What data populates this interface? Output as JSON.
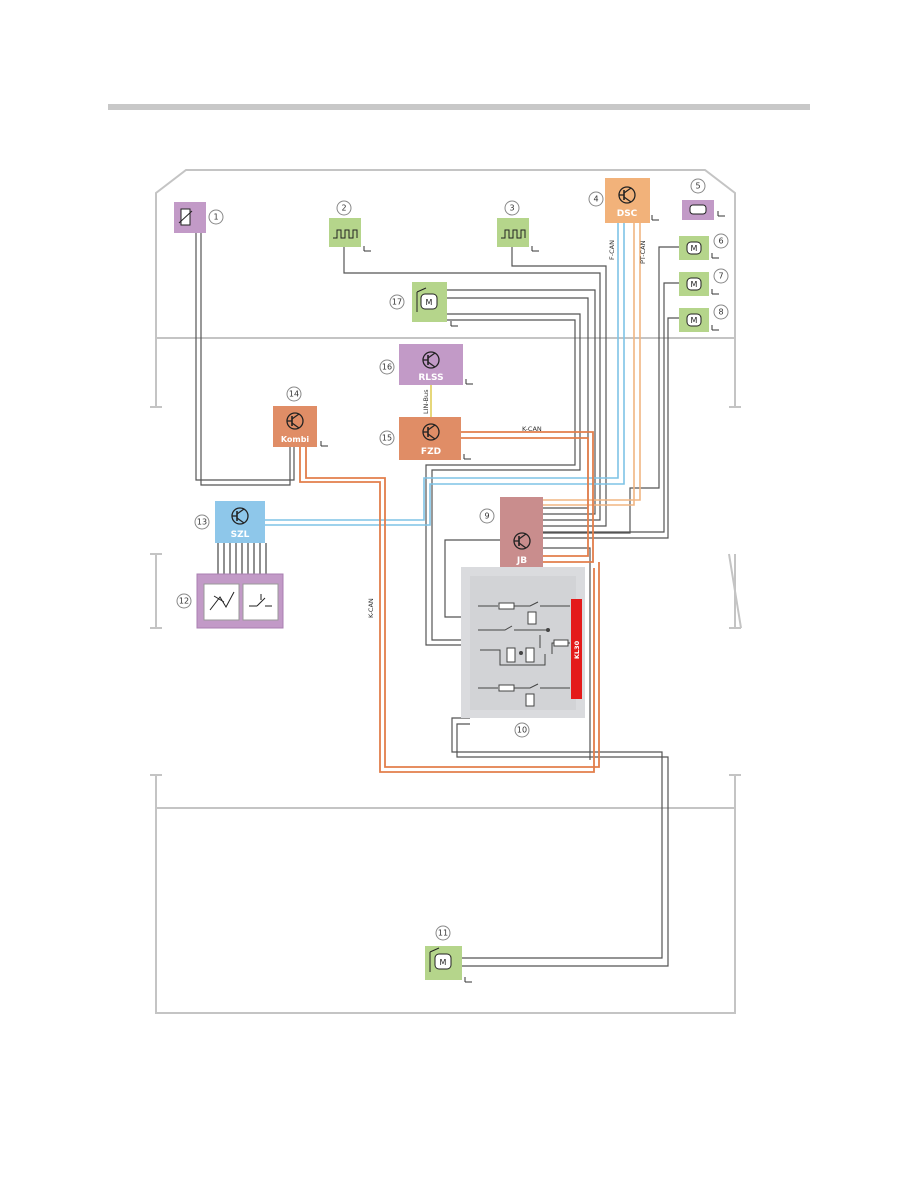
{
  "colors": {
    "header_rule": "#c8c8c8",
    "outline": "#c4c4c4",
    "wire": "#555555",
    "sensor_green": "#b5d58b",
    "purple": "#c29ac7",
    "orange": "#e08d66",
    "blue": "#8ec7ea",
    "rose": "#c98d8d",
    "dsc": "#f2b27a",
    "kl30": "#e41a1a",
    "fuse_panel": "#dadbde",
    "fcan": "#7ec3e6",
    "ptcan": "#f0b582",
    "kcan": "#e27e4b",
    "kbus": "#e6d77a"
  },
  "modules": {
    "dsc": "DSC",
    "rlss": "RLSS",
    "fzd": "FZD",
    "kombi": "Kombi",
    "szl": "SZL",
    "jb": "JB",
    "kl30": "KL30"
  },
  "buses": {
    "fcan": "F-CAN",
    "ptcan": "PT-CAN",
    "kcan_top": "K-CAN",
    "kcan_left": "K-CAN",
    "kbus": "LIN-Bus"
  },
  "callouts": [
    "1",
    "2",
    "3",
    "4",
    "5",
    "6",
    "7",
    "8",
    "9",
    "10",
    "11",
    "12",
    "13",
    "14",
    "15",
    "16",
    "17"
  ]
}
